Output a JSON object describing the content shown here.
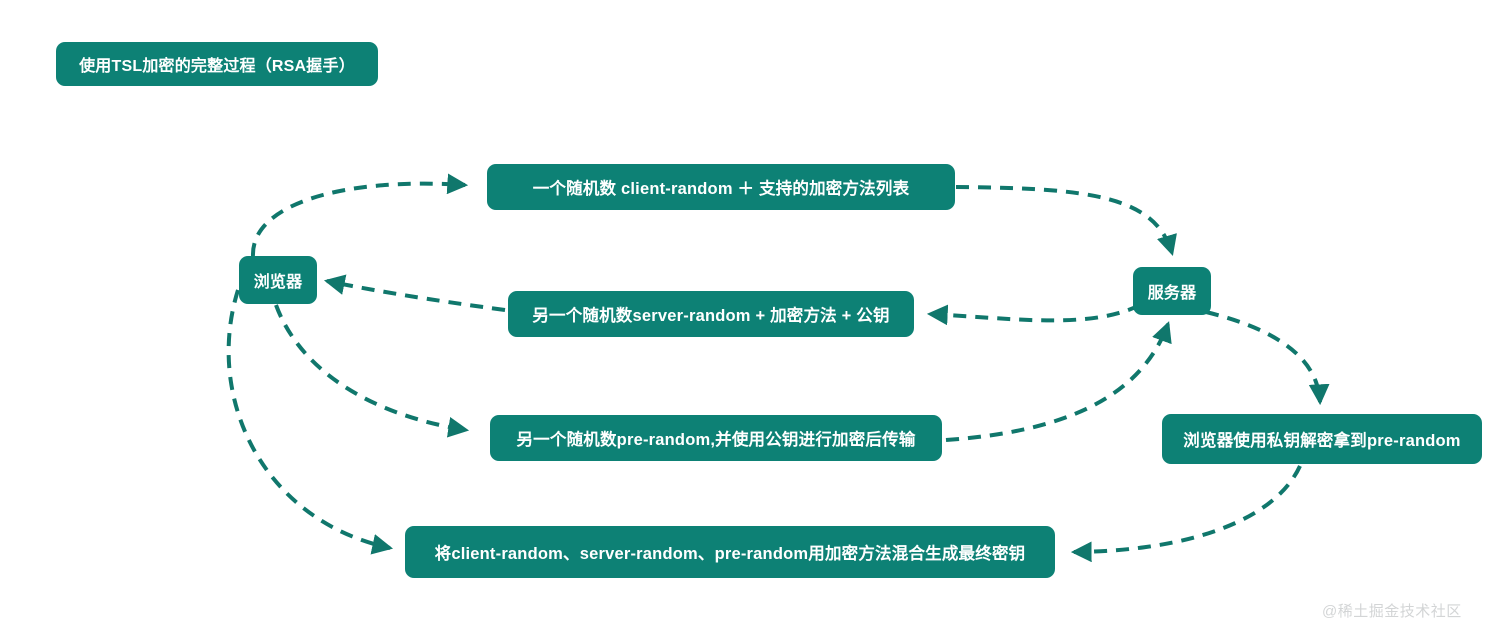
{
  "diagram": {
    "type": "flowchart",
    "background_color": "#ffffff",
    "node_fill_color": "#0d8175",
    "node_text_color": "#ffffff",
    "edge_color": "#10776c",
    "edge_style": "dashed-curve-with-arrowhead",
    "title": {
      "label": "使用TSL加密的完整过程（RSA握手）"
    },
    "endpoints": {
      "browser": {
        "label": "浏览器"
      },
      "server": {
        "label": "服务器"
      }
    },
    "messages": [
      {
        "id": "client-hello",
        "label": "一个随机数 client-random ＋ 支持的加密方法列表"
      },
      {
        "id": "server-hello",
        "label": "另一个随机数server-random + 加密方法 + 公钥"
      },
      {
        "id": "pre-random",
        "label": "另一个随机数pre-random,并使用公钥进行加密后传输"
      },
      {
        "id": "decrypt-pre-random",
        "label": "浏览器使用私钥解密拿到pre-random"
      },
      {
        "id": "final-key",
        "label": "将client-random、server-random、pre-random用加密方法混合生成最终密钥"
      }
    ],
    "flow_order": [
      "浏览器 → 一个随机数 client-random ＋ 支持的加密方法列表 → 服务器",
      "服务器 → 另一个随机数server-random + 加密方法 + 公钥 → 浏览器",
      "浏览器 → 另一个随机数pre-random,并使用公钥进行加密后传输 → 服务器",
      "服务器 → 浏览器使用私钥解密拿到pre-random",
      "浏览器使用私钥解密拿到pre-random → 将client-random、server-random、pre-random用加密方法混合生成最终密钥 ← 浏览器"
    ],
    "watermark": {
      "label": "@稀土掘金技术社区"
    }
  }
}
